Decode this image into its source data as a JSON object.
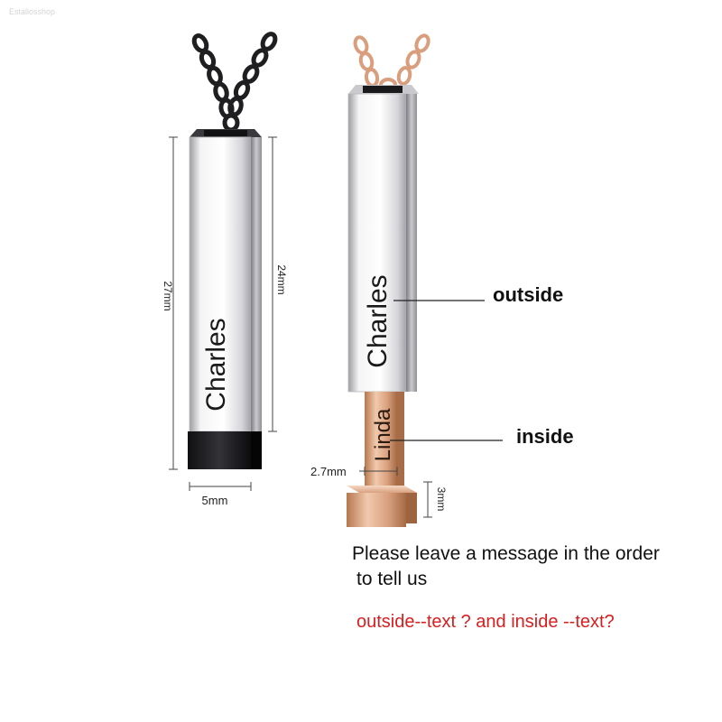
{
  "watermark": "Estaliosshop",
  "left_pendant": {
    "engraving": "Charles",
    "dim_height_total": "27mm",
    "dim_height_body": "24mm",
    "dim_width": "5mm"
  },
  "right_pendant": {
    "outer_engraving": "Charles",
    "inner_engraving": "Linda",
    "dim_inner_width": "2.7mm",
    "dim_base_height": "3mm"
  },
  "labels": {
    "outside": "outside",
    "inside": "inside"
  },
  "message": {
    "line1": "Please leave a message in the order",
    "line2": "to tell us",
    "line3": "outside--text ? and inside --text?"
  },
  "colors": {
    "silver": "#e8e8ec",
    "black_chain": "#1f1f22",
    "rose_gold": "#d9a07e",
    "red_text": "#d81e1e"
  }
}
